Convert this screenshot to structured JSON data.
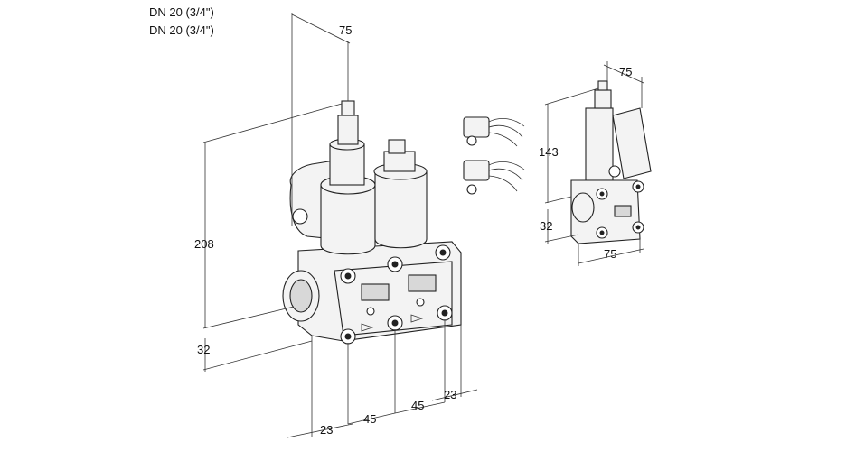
{
  "header": {
    "line1": "DN 20 (3/4\")",
    "line2": "DN 20 (3/4\")"
  },
  "dimensions": {
    "main_top_width": "75",
    "main_height": "208",
    "main_base_height": "32",
    "main_bottom_23_left": "23",
    "main_bottom_45_a": "45",
    "main_bottom_45_b": "45",
    "main_bottom_23_right": "23",
    "side_top_width": "75",
    "side_height": "143",
    "side_base_height": "32",
    "side_bottom_width": "75"
  }
}
